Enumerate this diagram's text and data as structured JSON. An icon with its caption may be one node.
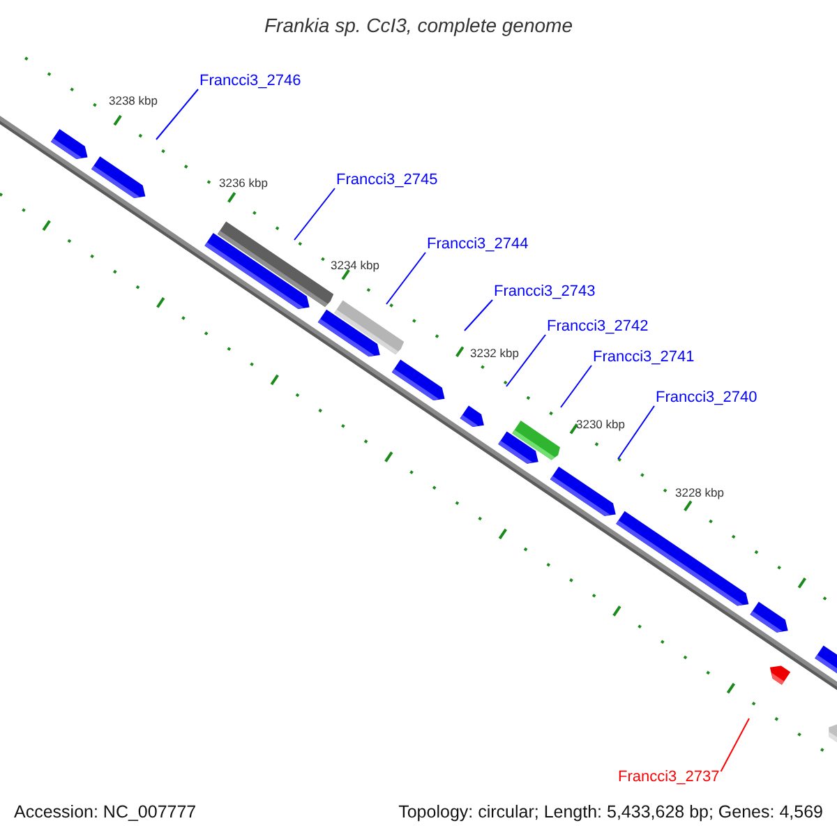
{
  "diagram": {
    "title": "Frankia sp. CcI3, complete genome",
    "nodes": [
      {
        "text": [
          "Francci3_2746"
        ]
      },
      {
        "text": [
          "Francci3_2745"
        ]
      },
      {
        "text": [
          "Francci3_2744"
        ]
      },
      {
        "text": [
          "Francci3_2743"
        ]
      },
      {
        "text": [
          "Francci3_2742"
        ]
      },
      {
        "text": [
          "Francci3_2741"
        ]
      },
      {
        "text": [
          "Francci3_2740"
        ]
      },
      {
        "text": [
          "Francci3_2737"
        ]
      }
    ],
    "edges": [
      {
        "from": 0,
        "to": null,
        "arrow": "none"
      },
      {
        "from": 1,
        "to": null,
        "arrow": "none"
      },
      {
        "from": 2,
        "to": null,
        "arrow": "none"
      },
      {
        "from": 3,
        "to": null,
        "arrow": "none"
      },
      {
        "from": 4,
        "to": null,
        "arrow": "none"
      },
      {
        "from": 5,
        "to": null,
        "arrow": "none"
      },
      {
        "from": 6,
        "to": null,
        "arrow": "none"
      },
      {
        "from": 7,
        "to": null,
        "arrow": "none",
        "color": "#ff0000"
      }
    ],
    "labels": [
      "3238 kbp",
      "3236 kbp",
      "3234 kbp",
      "3232 kbp",
      "3230 kbp",
      "3228 kbp",
      "Accession: NC_007777",
      "Topology: circular; Length: 5,433,628 bp; Genes: 4,569"
    ]
  }
}
